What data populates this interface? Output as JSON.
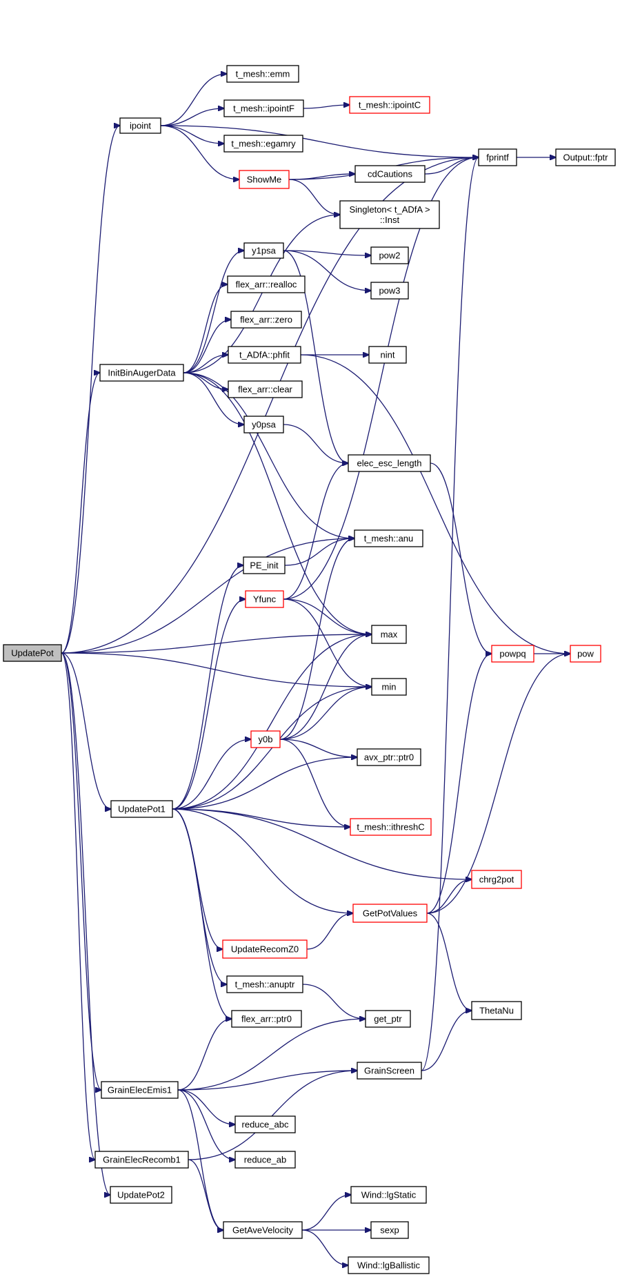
{
  "colors": {
    "edge": "#191970",
    "default_border": "#000000",
    "truncated_border": "#ff0000",
    "root_fill": "#bfbfbf",
    "node_fill": "#ffffff"
  },
  "nodes": [
    {
      "id": "UpdatePot",
      "lines": [
        "UpdatePot"
      ],
      "style": "root"
    },
    {
      "id": "ipoint",
      "lines": [
        "ipoint"
      ],
      "style": "normal"
    },
    {
      "id": "t_mesh_emm",
      "lines": [
        "t_mesh::emm"
      ],
      "style": "normal"
    },
    {
      "id": "t_mesh_ipointF",
      "lines": [
        "t_mesh::ipointF"
      ],
      "style": "normal"
    },
    {
      "id": "t_mesh_ipointC",
      "lines": [
        "t_mesh::ipointC"
      ],
      "style": "truncated"
    },
    {
      "id": "t_mesh_egamry",
      "lines": [
        "t_mesh::egamry"
      ],
      "style": "normal"
    },
    {
      "id": "ShowMe",
      "lines": [
        "ShowMe"
      ],
      "style": "truncated"
    },
    {
      "id": "fprintf",
      "lines": [
        "fprintf"
      ],
      "style": "normal"
    },
    {
      "id": "Output_fptr",
      "lines": [
        "Output::fptr"
      ],
      "style": "normal"
    },
    {
      "id": "cdCautions",
      "lines": [
        "cdCautions"
      ],
      "style": "normal"
    },
    {
      "id": "Singleton",
      "lines": [
        "Singleton< t_ADfA >",
        "::Inst"
      ],
      "style": "normal"
    },
    {
      "id": "y1psa",
      "lines": [
        "y1psa"
      ],
      "style": "normal"
    },
    {
      "id": "pow2",
      "lines": [
        "pow2"
      ],
      "style": "normal"
    },
    {
      "id": "pow3",
      "lines": [
        "pow3"
      ],
      "style": "normal"
    },
    {
      "id": "flex_realloc",
      "lines": [
        "flex_arr::realloc"
      ],
      "style": "normal"
    },
    {
      "id": "flex_zero",
      "lines": [
        "flex_arr::zero"
      ],
      "style": "normal"
    },
    {
      "id": "InitBinAugerData",
      "lines": [
        "InitBinAugerData"
      ],
      "style": "normal"
    },
    {
      "id": "phfit",
      "lines": [
        "t_ADfA::phfit"
      ],
      "style": "normal"
    },
    {
      "id": "nint",
      "lines": [
        "nint"
      ],
      "style": "normal"
    },
    {
      "id": "flex_clear",
      "lines": [
        "flex_arr::clear"
      ],
      "style": "normal"
    },
    {
      "id": "y0psa",
      "lines": [
        "y0psa"
      ],
      "style": "normal"
    },
    {
      "id": "elec_esc_length",
      "lines": [
        "elec_esc_length"
      ],
      "style": "normal"
    },
    {
      "id": "t_mesh_anu",
      "lines": [
        "t_mesh::anu"
      ],
      "style": "normal"
    },
    {
      "id": "PE_init",
      "lines": [
        "PE_init"
      ],
      "style": "normal"
    },
    {
      "id": "Yfunc",
      "lines": [
        "Yfunc"
      ],
      "style": "truncated"
    },
    {
      "id": "max",
      "lines": [
        "max"
      ],
      "style": "normal"
    },
    {
      "id": "powpq",
      "lines": [
        "powpq"
      ],
      "style": "truncated"
    },
    {
      "id": "pow",
      "lines": [
        "pow"
      ],
      "style": "truncated"
    },
    {
      "id": "min",
      "lines": [
        "min"
      ],
      "style": "normal"
    },
    {
      "id": "y0b",
      "lines": [
        "y0b"
      ],
      "style": "truncated"
    },
    {
      "id": "avx_ptr0",
      "lines": [
        "avx_ptr::ptr0"
      ],
      "style": "normal"
    },
    {
      "id": "UpdatePot1",
      "lines": [
        "UpdatePot1"
      ],
      "style": "normal"
    },
    {
      "id": "ithreshC",
      "lines": [
        "t_mesh::ithreshC"
      ],
      "style": "truncated"
    },
    {
      "id": "chrg2pot",
      "lines": [
        "chrg2pot"
      ],
      "style": "truncated"
    },
    {
      "id": "GetPotValues",
      "lines": [
        "GetPotValues"
      ],
      "style": "truncated"
    },
    {
      "id": "UpdateRecomZ0",
      "lines": [
        "UpdateRecomZ0"
      ],
      "style": "truncated"
    },
    {
      "id": "t_mesh_anuptr",
      "lines": [
        "t_mesh::anuptr"
      ],
      "style": "normal"
    },
    {
      "id": "ThetaNu",
      "lines": [
        "ThetaNu"
      ],
      "style": "normal"
    },
    {
      "id": "flex_ptr0",
      "lines": [
        "flex_arr::ptr0"
      ],
      "style": "normal"
    },
    {
      "id": "get_ptr",
      "lines": [
        "get_ptr"
      ],
      "style": "normal"
    },
    {
      "id": "GrainScreen",
      "lines": [
        "GrainScreen"
      ],
      "style": "normal"
    },
    {
      "id": "GrainElecEmis1",
      "lines": [
        "GrainElecEmis1"
      ],
      "style": "normal"
    },
    {
      "id": "reduce_abc",
      "lines": [
        "reduce_abc"
      ],
      "style": "normal"
    },
    {
      "id": "reduce_ab",
      "lines": [
        "reduce_ab"
      ],
      "style": "normal"
    },
    {
      "id": "GrainElecRecomb1",
      "lines": [
        "GrainElecRecomb1"
      ],
      "style": "normal"
    },
    {
      "id": "UpdatePot2",
      "lines": [
        "UpdatePot2"
      ],
      "style": "normal"
    },
    {
      "id": "Wind_lgStatic",
      "lines": [
        "Wind::lgStatic"
      ],
      "style": "normal"
    },
    {
      "id": "GetAveVelocity",
      "lines": [
        "GetAveVelocity"
      ],
      "style": "normal"
    },
    {
      "id": "sexp",
      "lines": [
        "sexp"
      ],
      "style": "normal"
    },
    {
      "id": "Wind_lgBallistic",
      "lines": [
        "Wind::lgBallistic"
      ],
      "style": "normal"
    }
  ],
  "edges": [
    {
      "from": "UpdatePot",
      "to": "fprintf"
    },
    {
      "from": "UpdatePot",
      "to": "ipoint"
    },
    {
      "from": "UpdatePot",
      "to": "InitBinAugerData"
    },
    {
      "from": "UpdatePot",
      "to": "t_mesh_anu"
    },
    {
      "from": "UpdatePot",
      "to": "max"
    },
    {
      "from": "UpdatePot",
      "to": "min"
    },
    {
      "from": "UpdatePot",
      "to": "UpdatePot1"
    },
    {
      "from": "UpdatePot",
      "to": "GrainElecEmis1"
    },
    {
      "from": "UpdatePot",
      "to": "GrainElecRecomb1"
    },
    {
      "from": "UpdatePot",
      "to": "UpdatePot2"
    },
    {
      "from": "ipoint",
      "to": "fprintf"
    },
    {
      "from": "ipoint",
      "to": "t_mesh_emm"
    },
    {
      "from": "ipoint",
      "to": "t_mesh_ipointF"
    },
    {
      "from": "ipoint",
      "to": "t_mesh_egamry"
    },
    {
      "from": "ipoint",
      "to": "ShowMe"
    },
    {
      "from": "t_mesh_ipointF",
      "to": "t_mesh_ipointC"
    },
    {
      "from": "ShowMe",
      "to": "fprintf"
    },
    {
      "from": "ShowMe",
      "to": "cdCautions"
    },
    {
      "from": "ShowMe",
      "to": "Singleton"
    },
    {
      "from": "cdCautions",
      "to": "fprintf"
    },
    {
      "from": "fprintf",
      "to": "Output_fptr"
    },
    {
      "from": "InitBinAugerData",
      "to": "Singleton"
    },
    {
      "from": "InitBinAugerData",
      "to": "y1psa"
    },
    {
      "from": "InitBinAugerData",
      "to": "flex_realloc"
    },
    {
      "from": "InitBinAugerData",
      "to": "flex_zero"
    },
    {
      "from": "InitBinAugerData",
      "to": "phfit"
    },
    {
      "from": "InitBinAugerData",
      "to": "flex_clear"
    },
    {
      "from": "InitBinAugerData",
      "to": "y0psa"
    },
    {
      "from": "InitBinAugerData",
      "to": "t_mesh_anu"
    },
    {
      "from": "InitBinAugerData",
      "to": "max"
    },
    {
      "from": "y1psa",
      "to": "pow2"
    },
    {
      "from": "y1psa",
      "to": "pow3"
    },
    {
      "from": "y1psa",
      "to": "elec_esc_length"
    },
    {
      "from": "phfit",
      "to": "nint"
    },
    {
      "from": "phfit",
      "to": "pow"
    },
    {
      "from": "y0psa",
      "to": "elec_esc_length"
    },
    {
      "from": "elec_esc_length",
      "to": "powpq"
    },
    {
      "from": "PE_init",
      "to": "t_mesh_anu"
    },
    {
      "from": "Yfunc",
      "to": "elec_esc_length"
    },
    {
      "from": "Yfunc",
      "to": "fprintf"
    },
    {
      "from": "Yfunc",
      "to": "max"
    },
    {
      "from": "Yfunc",
      "to": "min"
    },
    {
      "from": "powpq",
      "to": "pow"
    },
    {
      "from": "y0b",
      "to": "t_mesh_anu"
    },
    {
      "from": "y0b",
      "to": "max"
    },
    {
      "from": "y0b",
      "to": "min"
    },
    {
      "from": "y0b",
      "to": "avx_ptr0"
    },
    {
      "from": "y0b",
      "to": "ithreshC"
    },
    {
      "from": "UpdatePot1",
      "to": "PE_init"
    },
    {
      "from": "UpdatePot1",
      "to": "Yfunc"
    },
    {
      "from": "UpdatePot1",
      "to": "max"
    },
    {
      "from": "UpdatePot1",
      "to": "min"
    },
    {
      "from": "UpdatePot1",
      "to": "y0b"
    },
    {
      "from": "UpdatePot1",
      "to": "avx_ptr0"
    },
    {
      "from": "UpdatePot1",
      "to": "ithreshC"
    },
    {
      "from": "UpdatePot1",
      "to": "chrg2pot"
    },
    {
      "from": "UpdatePot1",
      "to": "GetPotValues"
    },
    {
      "from": "UpdatePot1",
      "to": "UpdateRecomZ0"
    },
    {
      "from": "UpdatePot1",
      "to": "t_mesh_anuptr"
    },
    {
      "from": "UpdatePot1",
      "to": "flex_ptr0"
    },
    {
      "from": "GetPotValues",
      "to": "powpq"
    },
    {
      "from": "GetPotValues",
      "to": "chrg2pot"
    },
    {
      "from": "GetPotValues",
      "to": "pow"
    },
    {
      "from": "GetPotValues",
      "to": "ThetaNu"
    },
    {
      "from": "UpdateRecomZ0",
      "to": "GetPotValues"
    },
    {
      "from": "t_mesh_anuptr",
      "to": "get_ptr"
    },
    {
      "from": "GrainScreen",
      "to": "ThetaNu"
    },
    {
      "from": "GrainScreen",
      "to": "fprintf"
    },
    {
      "from": "GrainElecEmis1",
      "to": "flex_ptr0"
    },
    {
      "from": "GrainElecEmis1",
      "to": "get_ptr"
    },
    {
      "from": "GrainElecEmis1",
      "to": "GrainScreen"
    },
    {
      "from": "GrainElecEmis1",
      "to": "reduce_abc"
    },
    {
      "from": "GrainElecEmis1",
      "to": "reduce_ab"
    },
    {
      "from": "GrainElecEmis1",
      "to": "GetAveVelocity"
    },
    {
      "from": "GrainElecRecomb1",
      "to": "GrainScreen"
    },
    {
      "from": "GrainElecRecomb1",
      "to": "GetAveVelocity"
    },
    {
      "from": "GetAveVelocity",
      "to": "Wind_lgStatic"
    },
    {
      "from": "GetAveVelocity",
      "to": "sexp"
    },
    {
      "from": "GetAveVelocity",
      "to": "Wind_lgBallistic"
    }
  ]
}
